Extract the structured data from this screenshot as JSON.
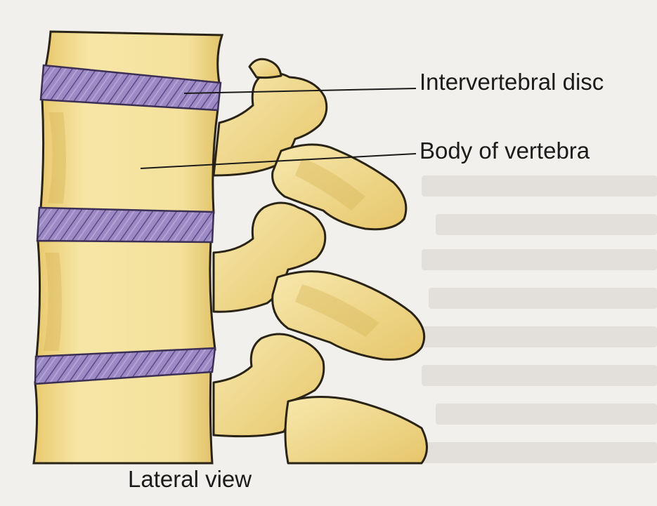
{
  "diagram": {
    "labels": {
      "disc": "Intervertebral disc",
      "body": "Body of vertebra",
      "caption": "Lateral view"
    },
    "colors": {
      "background": "#f2f0ec",
      "bone": "#f4e29c",
      "bone_shadow": "#d9b85a",
      "bone_outline": "#2a2416",
      "disc": "#9d8ac4",
      "disc_hatch": "#5c4a86",
      "leader_line": "#1b1b1b"
    },
    "icons": [
      "vertebra-body",
      "intervertebral-disc",
      "spinous-process",
      "articular-process"
    ]
  }
}
